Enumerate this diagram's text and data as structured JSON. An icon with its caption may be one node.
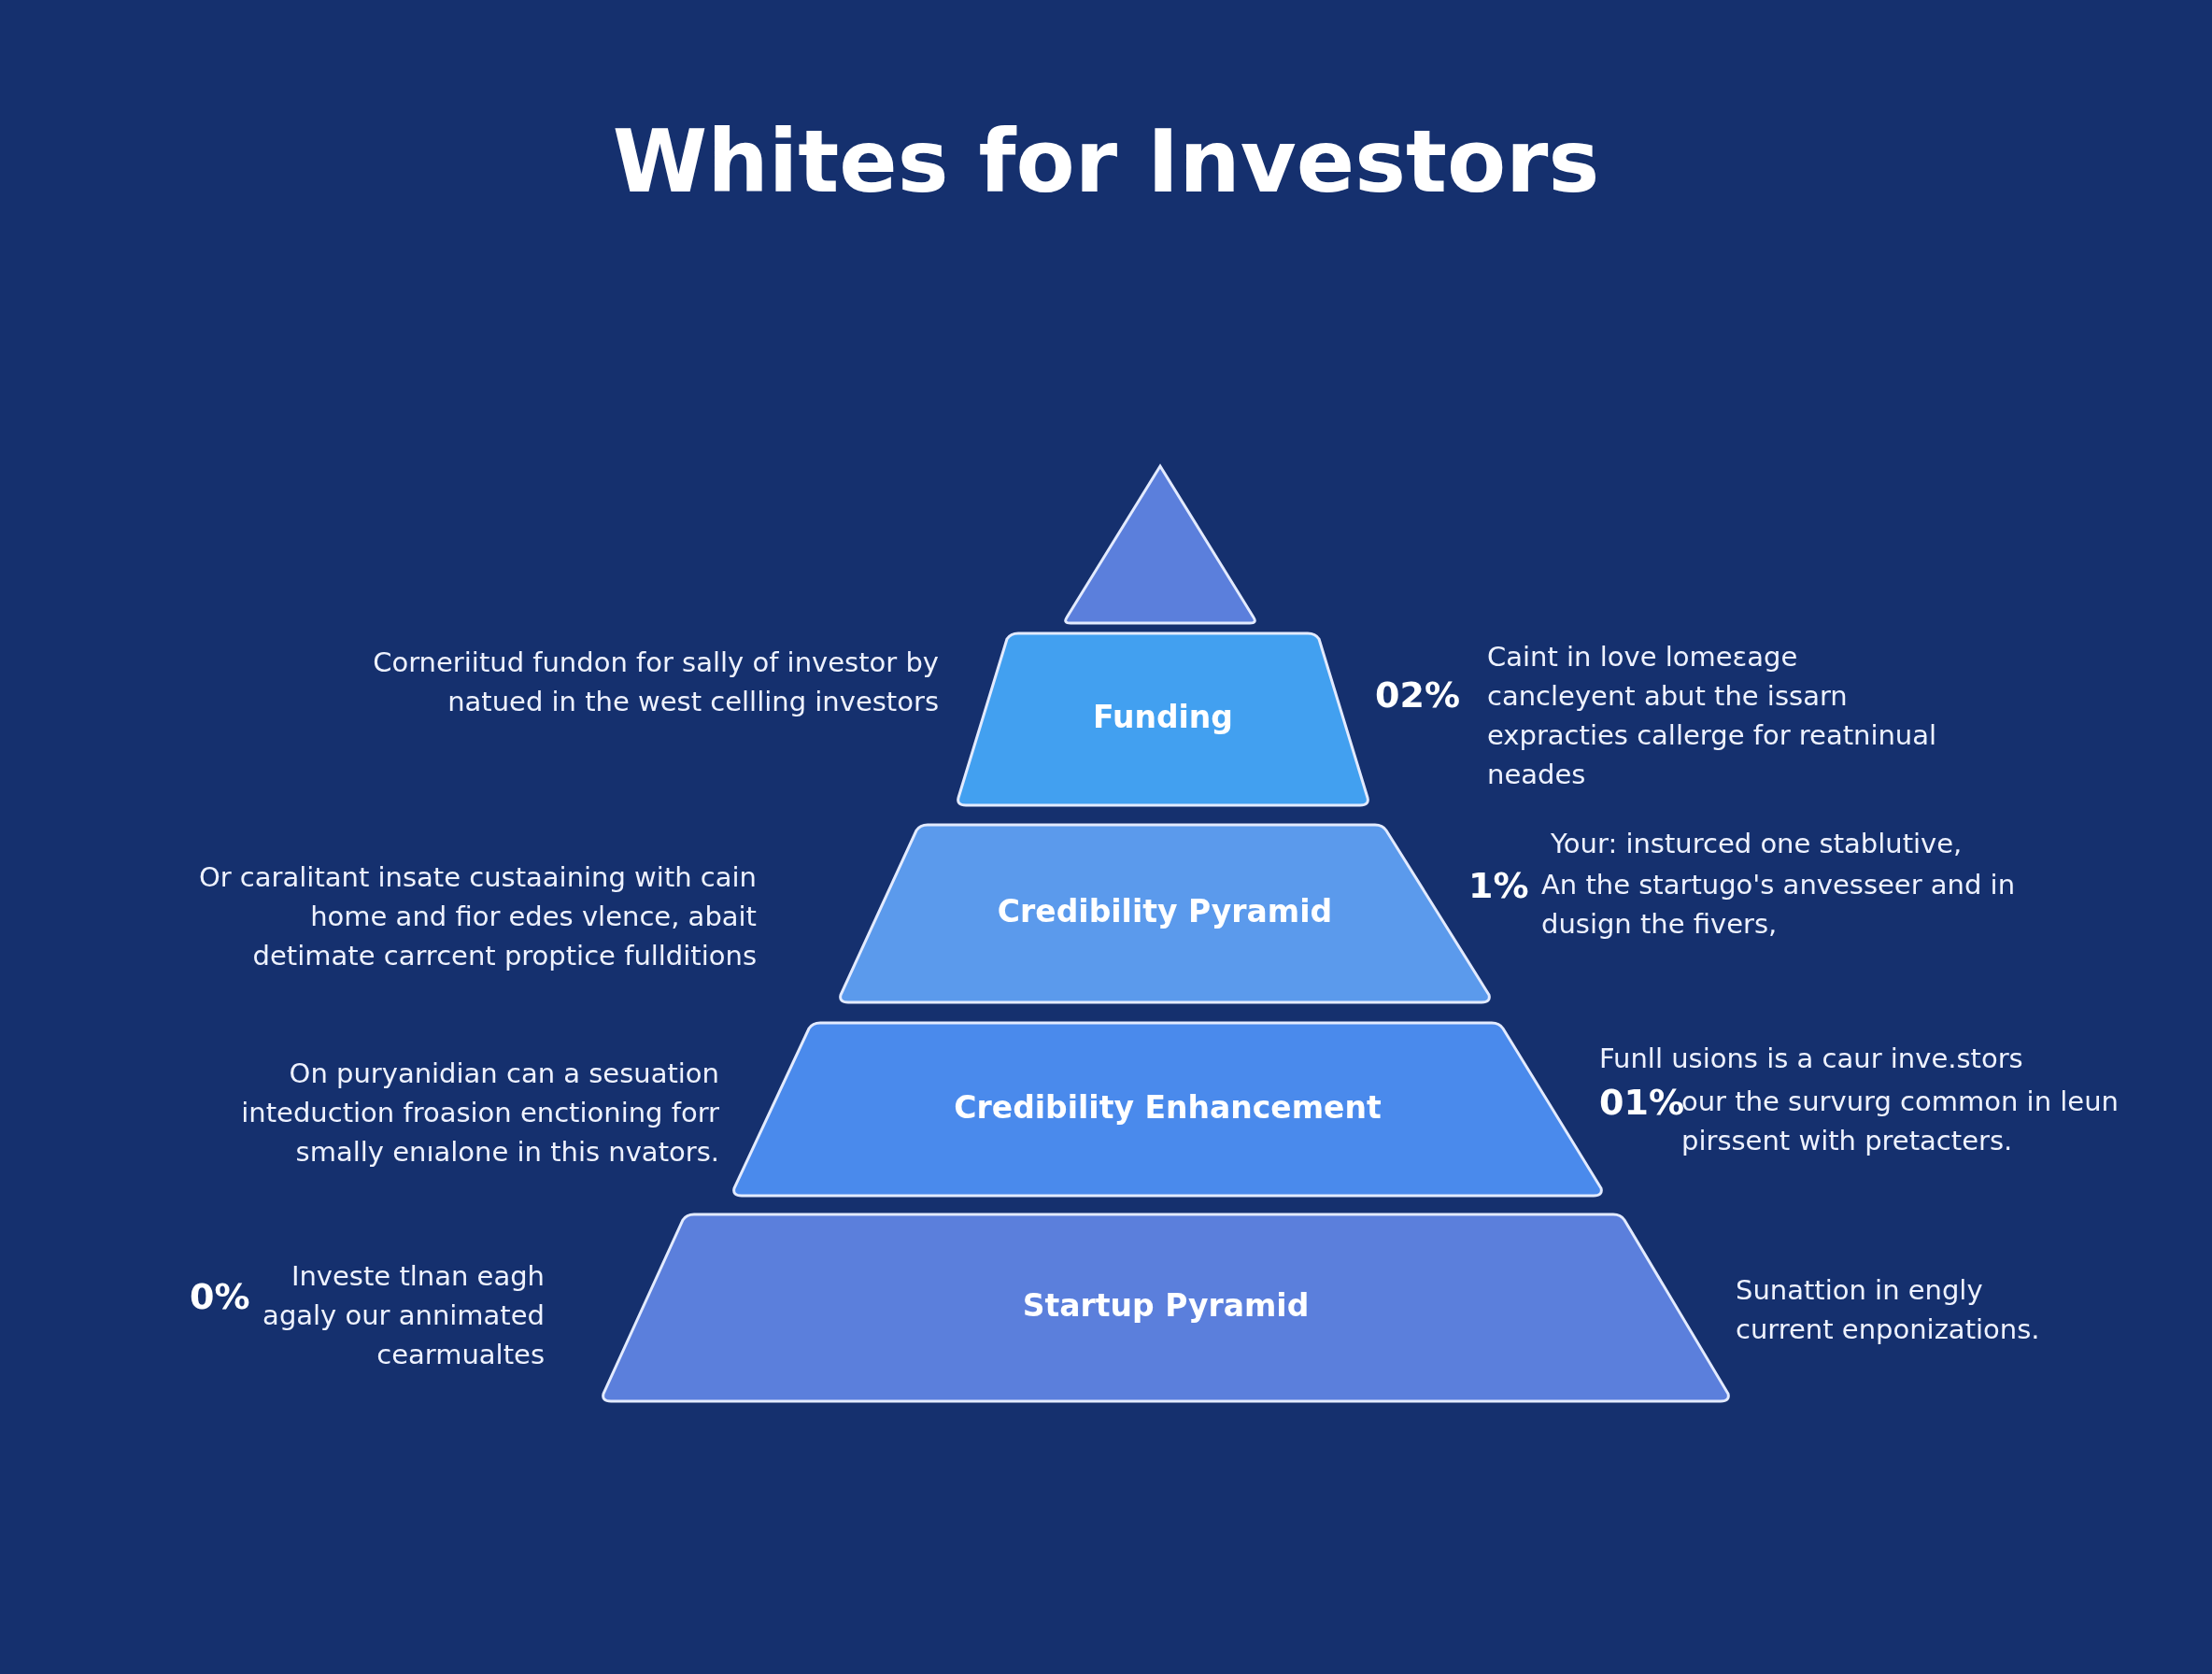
{
  "diagram": {
    "title": "Whites for Investors",
    "nodes": [
      {
        "text": [],
        "shape": "triangle"
      },
      {
        "text": [
          "Funding"
        ],
        "beside": [
          "Corneriitud fundon for sally of investor by natued in the west cellling investors",
          "02%",
          "Caint in love lomeεage cancleyent abut the issarn expracties callerge for reatninual neades"
        ]
      },
      {
        "text": [
          "Credibility Pyramid"
        ],
        "beside": [
          "Or caralitant insate custaaining with cain home and fior edes vlence, abait detimate carrcent proptice fullditions",
          "Your: insturced one stablutive,",
          "1%",
          "An the startugo's anvesseer and in dusign the fivers,"
        ]
      },
      {
        "text": [
          "Credibility Enhancement"
        ],
        "beside": [
          "On puryanidian can a sesuation inteduction froasion enctioning forr smally enıalone in this nvators.",
          "Funll usions is a caur inve.stors",
          "01%",
          "our the survurg common in leun pirssent with pretacters."
        ]
      },
      {
        "text": [
          "Startup Pyramid"
        ],
        "beside": [
          "0%",
          "Investe tlnan eagh agaly our annimated cearmualtes",
          "Sunattion in engly current enponizations."
        ]
      }
    ]
  }
}
